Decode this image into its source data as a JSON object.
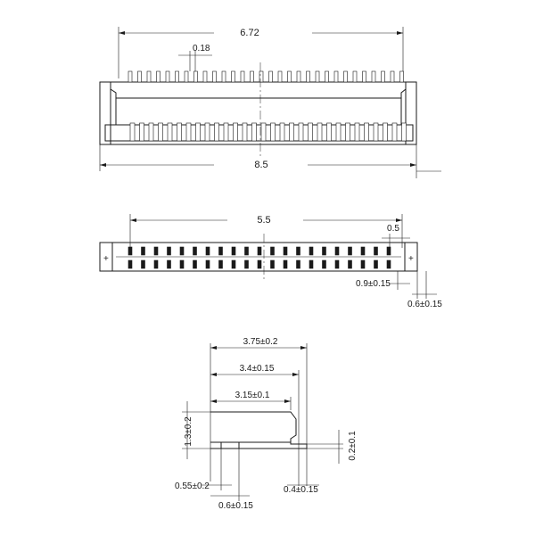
{
  "top_view": {
    "width_pins": "6.72",
    "pin_width": "0.18",
    "overall_width": "8.5"
  },
  "bottom_view": {
    "pad_span": "5.5",
    "pitch": "0.5",
    "pad_length": "0.9±0.15",
    "end_pad": "0.6±0.15"
  },
  "side_view": {
    "depth_overall": "3.75±0.2",
    "depth_mid": "3.4±0.15",
    "depth_inner": "3.15±0.1",
    "height": "1.3±0.2",
    "standoff": "0.2±0.1",
    "foot_offset": "0.55±0.2",
    "foot_width": "0.6±0.15",
    "tail_length": "0.4±0.15"
  }
}
